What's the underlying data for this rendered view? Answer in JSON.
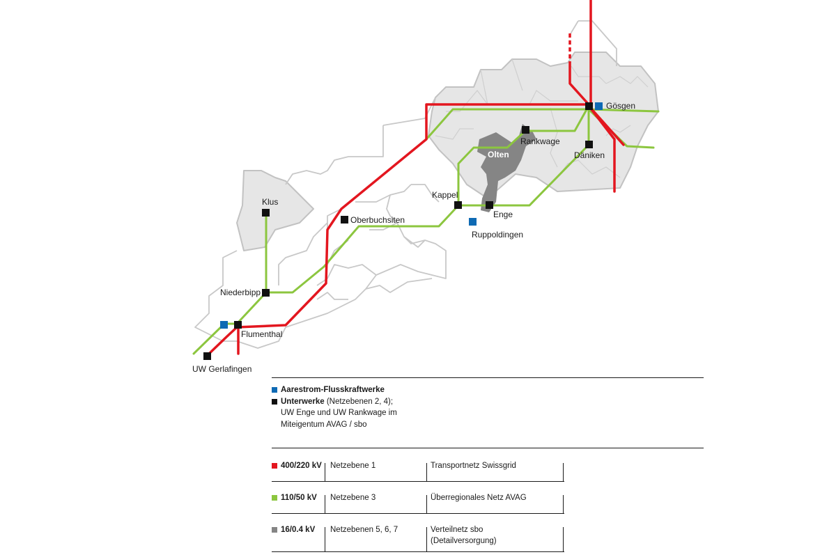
{
  "colors": {
    "red": "#e3161f",
    "green": "#8cc63f",
    "blue": "#0e6ab4",
    "black": "#111111",
    "region_light": "#e6e6e6",
    "region_border": "#c2c2c2",
    "olten_dark": "#858585"
  },
  "map": {
    "substations": [
      {
        "label": "Gösgen"
      },
      {
        "label": "Rankwage"
      },
      {
        "label": "Däniken"
      },
      {
        "label": "Olten"
      },
      {
        "label": "Kappel"
      },
      {
        "label": "Enge"
      },
      {
        "label": "Ruppoldingen"
      },
      {
        "label": "Klus"
      },
      {
        "label": "Oberbuchsiten"
      },
      {
        "label": "Niederbipp"
      },
      {
        "label": "Flumenthal"
      },
      {
        "label": "UW Gerlafingen"
      }
    ]
  },
  "legend": {
    "plants_label": "Aarestrom-Flusskraftwerke",
    "substations_label": "Unterwerke",
    "substations_detail": " (Netzebenen 2, 4);",
    "substations_line2": "UW Enge und UW Rankwage im",
    "substations_line3": "Miteigentum AVAG / sbo"
  },
  "table": [
    {
      "voltage": "400/220 kV",
      "level": "Netzebene 1",
      "network": "Transportnetz Swissgrid",
      "network2": "",
      "color_key": "red"
    },
    {
      "voltage": "110/50 kV",
      "level": "Netzebene 3",
      "network": "Überregionales Netz AVAG",
      "network2": "",
      "color_key": "green"
    },
    {
      "voltage": "16/0.4 kV",
      "level": "Netzebenen 5, 6, 7",
      "network": "Verteilnetz sbo",
      "network2": "(Detailversorgung)",
      "color_key": "grey"
    }
  ]
}
